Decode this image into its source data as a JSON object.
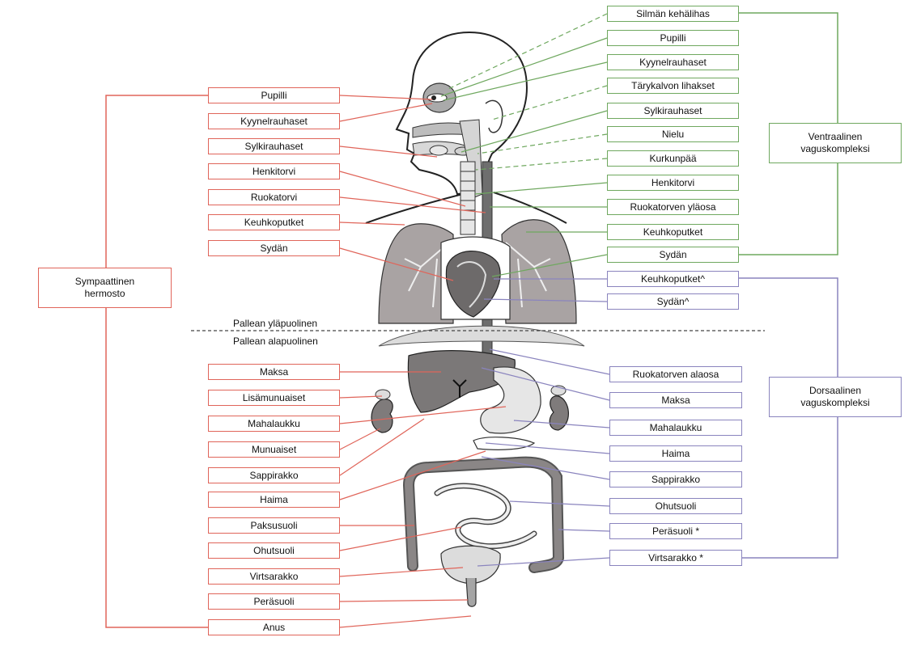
{
  "groups": {
    "sympathetic": "Sympaattinen\nhermosto",
    "ventral": "Ventraalinen\nvaguskompleksi",
    "dorsal": "Dorsaalinen\nvaguskompleksi"
  },
  "divider": {
    "above": "Pallean yläpuolinen",
    "below": "Pallean alapuolinen"
  },
  "left_labels": [
    "Pupilli",
    "Kyynelrauhaset",
    "Sylkirauhaset",
    "Henkitorvi",
    "Ruokatorvi",
    "Keuhkoputket",
    "Sydän",
    "Maksa",
    "Lisämunuaiset",
    "Mahalaukku",
    "Munuaiset",
    "Sappirakko",
    "Haima",
    "Paksusuoli",
    "Ohutsuoli",
    "Virtsarakko",
    "Peräsuoli",
    "Anus"
  ],
  "ventral_labels": [
    "Silmän kehälihas",
    "Pupilli",
    "Kyynelrauhaset",
    "Tärykalvon lihakset",
    "Sylkirauhaset",
    "Nielu",
    "Kurkunpää",
    "Henkitorvi",
    "Ruokatorven yläosa",
    "Keuhkoputket",
    "Sydän"
  ],
  "dorsal_labels": [
    "Keuhkoputket^",
    "Sydän^",
    "Ruokatorven alaosa",
    "Maksa",
    "Mahalaukku",
    "Haima",
    "Sappirakko",
    "Ohutsuoli",
    "Peräsuoli *",
    "Virtsarakko *"
  ],
  "colors": {
    "sympathetic": "#e0655a",
    "ventral": "#6fa85f",
    "dorsal": "#8a84be"
  }
}
